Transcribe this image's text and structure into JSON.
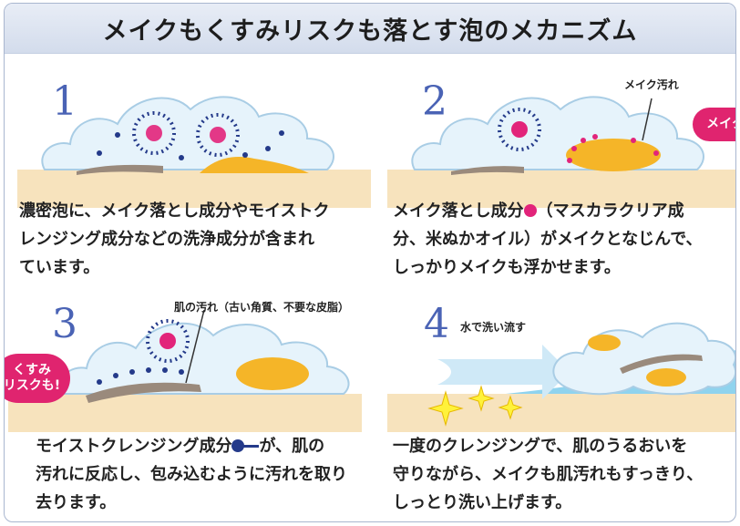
{
  "title": "メイクもくすみリスクも落とす泡のメカニズム",
  "steps": [
    {
      "number": "1",
      "text": "濃密泡に、メイク落とし成分やモイストク\nレンジング成分などの洗浄成分が含まれ\nています。"
    },
    {
      "number": "2",
      "label": "メイク汚れ",
      "badge": "メイク落",
      "text_pre": "メイク落とし成分",
      "text_post": "（マスカラクリア成\n分、米ぬかオイル）がメイクとなじんで、\nしっかりメイクも浮かせます。"
    },
    {
      "number": "3",
      "label": "肌の汚れ（古い角質、不要な皮脂）",
      "badge": "くすみ\nリスクも!",
      "text_pre": "モイストクレンジング成分",
      "text_post": "が、肌の\n汚れに反応し、包み込むように汚れを取り\n去ります。"
    },
    {
      "number": "4",
      "label": "水で洗い流す",
      "text": "一度のクレンジングで、肌のうるおいを\n守りながら、メイクも肌汚れもすっきり、\nしっとり洗い上げます。"
    }
  ],
  "colors": {
    "header": "#d3dcec",
    "number": "#4a63b5",
    "foam": "#e6f3fb",
    "skin": "#f7e3bd",
    "makeup": "#f5b528",
    "molecule": "#243a8a",
    "cleansing_dot": "#e2247a",
    "badge": "#e0246f",
    "water": "#8fd3ee",
    "sparkle": "#fff23a"
  }
}
